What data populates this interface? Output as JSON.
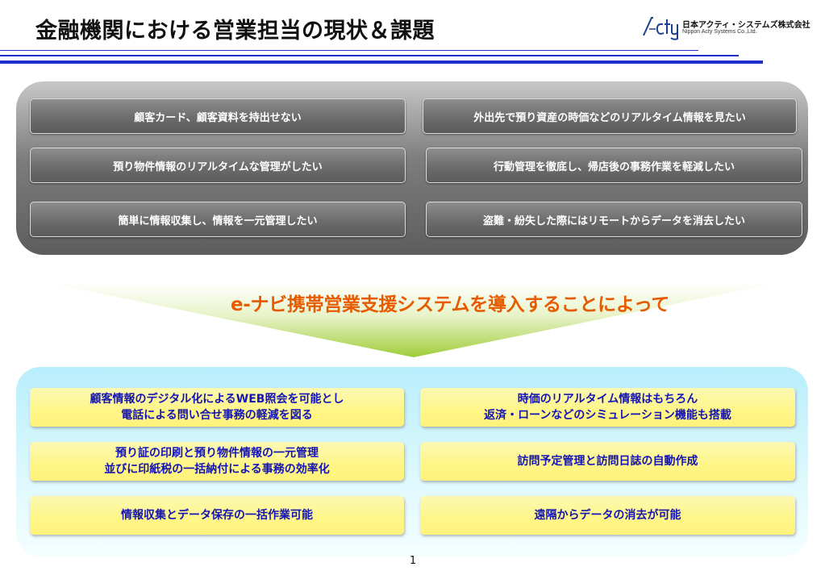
{
  "title": "金融機関における営業担当の現状＆課題",
  "logo": {
    "jp": "日本アクティ・システムズ株式会社",
    "en": "Nippon Acty Systems Co.,Ltd."
  },
  "issues": [
    "顧客カード、顧客資料を持出せない",
    "外出先で預り資産の時価などのリアルタイム情報を見たい",
    "預り物件情報のリアルタイムな管理がしたい",
    "行動管理を徹底し、帰店後の事務作業を軽減したい",
    "簡単に情報収集し、情報を一元管理したい",
    "盗難・紛失した際にはリモートからデータを消去したい"
  ],
  "arrow_text": "e-ナビ携帯営業支援システムを導入することによって",
  "solutions": [
    {
      "line1": "顧客情報のデジタル化によるWEB照会を可能とし",
      "line2": "電話による問い合せ事務の軽減を図る"
    },
    {
      "line1": "時価のリアルタイム情報はもちろん",
      "line2": "返済・ローンなどのシミュレーション機能も搭載"
    },
    {
      "line1": "預り証の印刷と預り物件情報の一元管理",
      "line2": "並びに印紙税の一括納付による事務の効率化"
    },
    {
      "line1": "訪問予定管理と訪問日誌の自動作成",
      "line2": ""
    },
    {
      "line1": "情報収集とデータ保存の一括作業可能",
      "line2": ""
    },
    {
      "line1": "遠隔からデータの消去が可能",
      "line2": ""
    }
  ],
  "page_number": "1",
  "colors": {
    "rule": "#1e2ecf",
    "arrow_text": "#e65a00",
    "solution_text": "#1414b4"
  }
}
